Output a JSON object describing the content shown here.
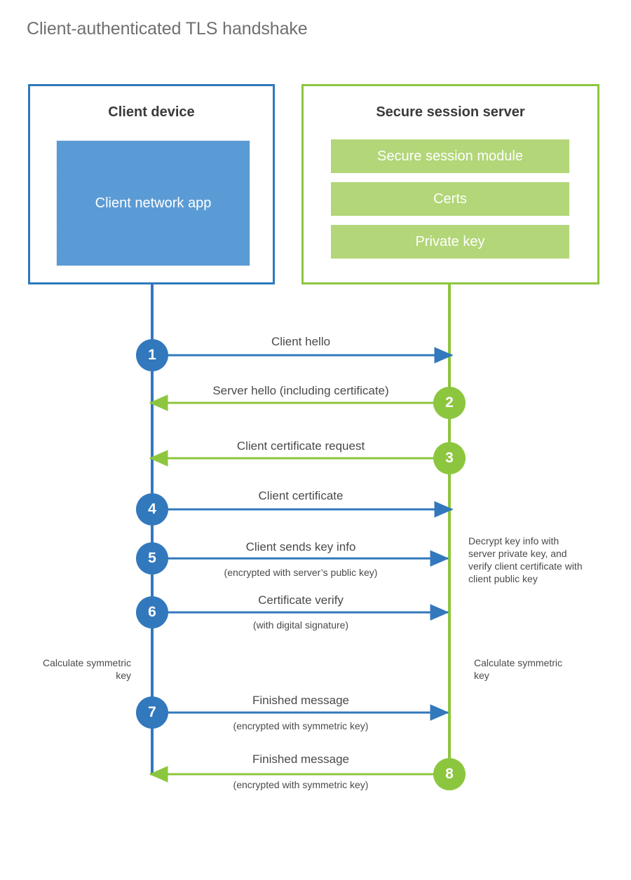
{
  "title": "Client-authenticated TLS handshake",
  "colors": {
    "client_blue": "#3278bd",
    "client_app_fill": "#5b9bd5",
    "server_green": "#8cc63e",
    "server_item_fill": "#b2d678",
    "text_gray": "#4a4a4a",
    "title_gray": "#6f6f6f",
    "background": "#ffffff"
  },
  "parties": {
    "client": {
      "title": "Client device",
      "app_label": "Client network app"
    },
    "server": {
      "title": "Secure session server",
      "items": [
        {
          "label": "Secure session module"
        },
        {
          "label": "Certs"
        },
        {
          "label": "Private key"
        }
      ]
    }
  },
  "steps": [
    {
      "number": "1",
      "label": "Client hello",
      "sub": "",
      "direction": "client-to-server",
      "actor": "client"
    },
    {
      "number": "2",
      "label": "Server hello (including certificate)",
      "sub": "",
      "direction": "server-to-client",
      "actor": "server"
    },
    {
      "number": "3",
      "label": "Client certificate request",
      "sub": "",
      "direction": "server-to-client",
      "actor": "server"
    },
    {
      "number": "4",
      "label": "Client certificate",
      "sub": "",
      "direction": "client-to-server",
      "actor": "client"
    },
    {
      "number": "5",
      "label": "Client sends key info",
      "sub": "(encrypted with server’s public key)",
      "direction": "client-to-server",
      "actor": "client"
    },
    {
      "number": "6",
      "label": "Certificate verify",
      "sub": "(with digital signature)",
      "direction": "client-to-server",
      "actor": "client"
    },
    {
      "number": "7",
      "label": "Finished message",
      "sub": "(encrypted with symmetric key)",
      "direction": "client-to-server",
      "actor": "client"
    },
    {
      "number": "8",
      "label": "Finished message",
      "sub": "(encrypted with symmetric key)",
      "direction": "server-to-client",
      "actor": "server"
    }
  ],
  "notes": {
    "server_decrypt": "Decrypt key info with server private key, and verify client certificate with client public key",
    "client_calculate": "Calculate symmetric key",
    "server_calculate": "Calculate symmetric key"
  }
}
